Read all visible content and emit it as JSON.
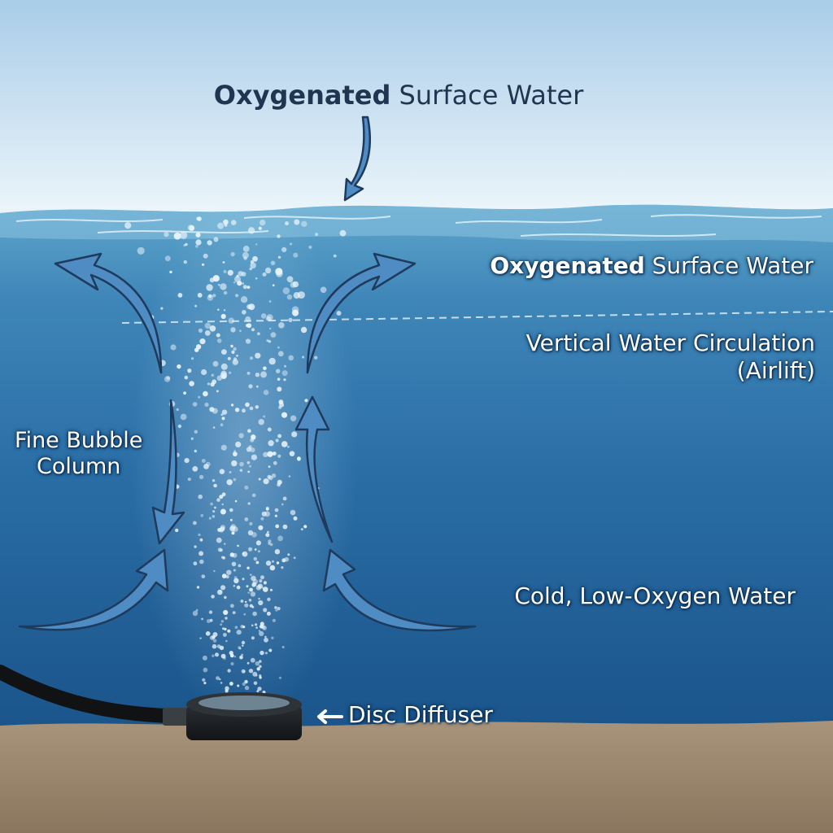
{
  "title": {
    "bold": "Oxygenated",
    "rest": " Surface Water"
  },
  "labels": {
    "surface_bold": "Oxygenated",
    "surface_rest": " Surface Water",
    "circulation_line1": "Vertical Water Circulation",
    "circulation_line2": "(Airlift)",
    "bubble_line1": "Fine Bubble",
    "bubble_line2": "Column",
    "cold": "Cold, Low-Oxygen Water",
    "disc": "Disc Diffuser"
  },
  "colors": {
    "sky_top": "#a9cde8",
    "sky_bottom": "#eef6fb",
    "water_top": "#5aa0c8",
    "water_deep": "#1a5a92",
    "sediment": "#a08c74",
    "arrow": "#4f8cc4",
    "arrow_outline": "#1e3a5c",
    "title_text": "#1f3550"
  },
  "icons": [
    "left-arrow-icon"
  ]
}
